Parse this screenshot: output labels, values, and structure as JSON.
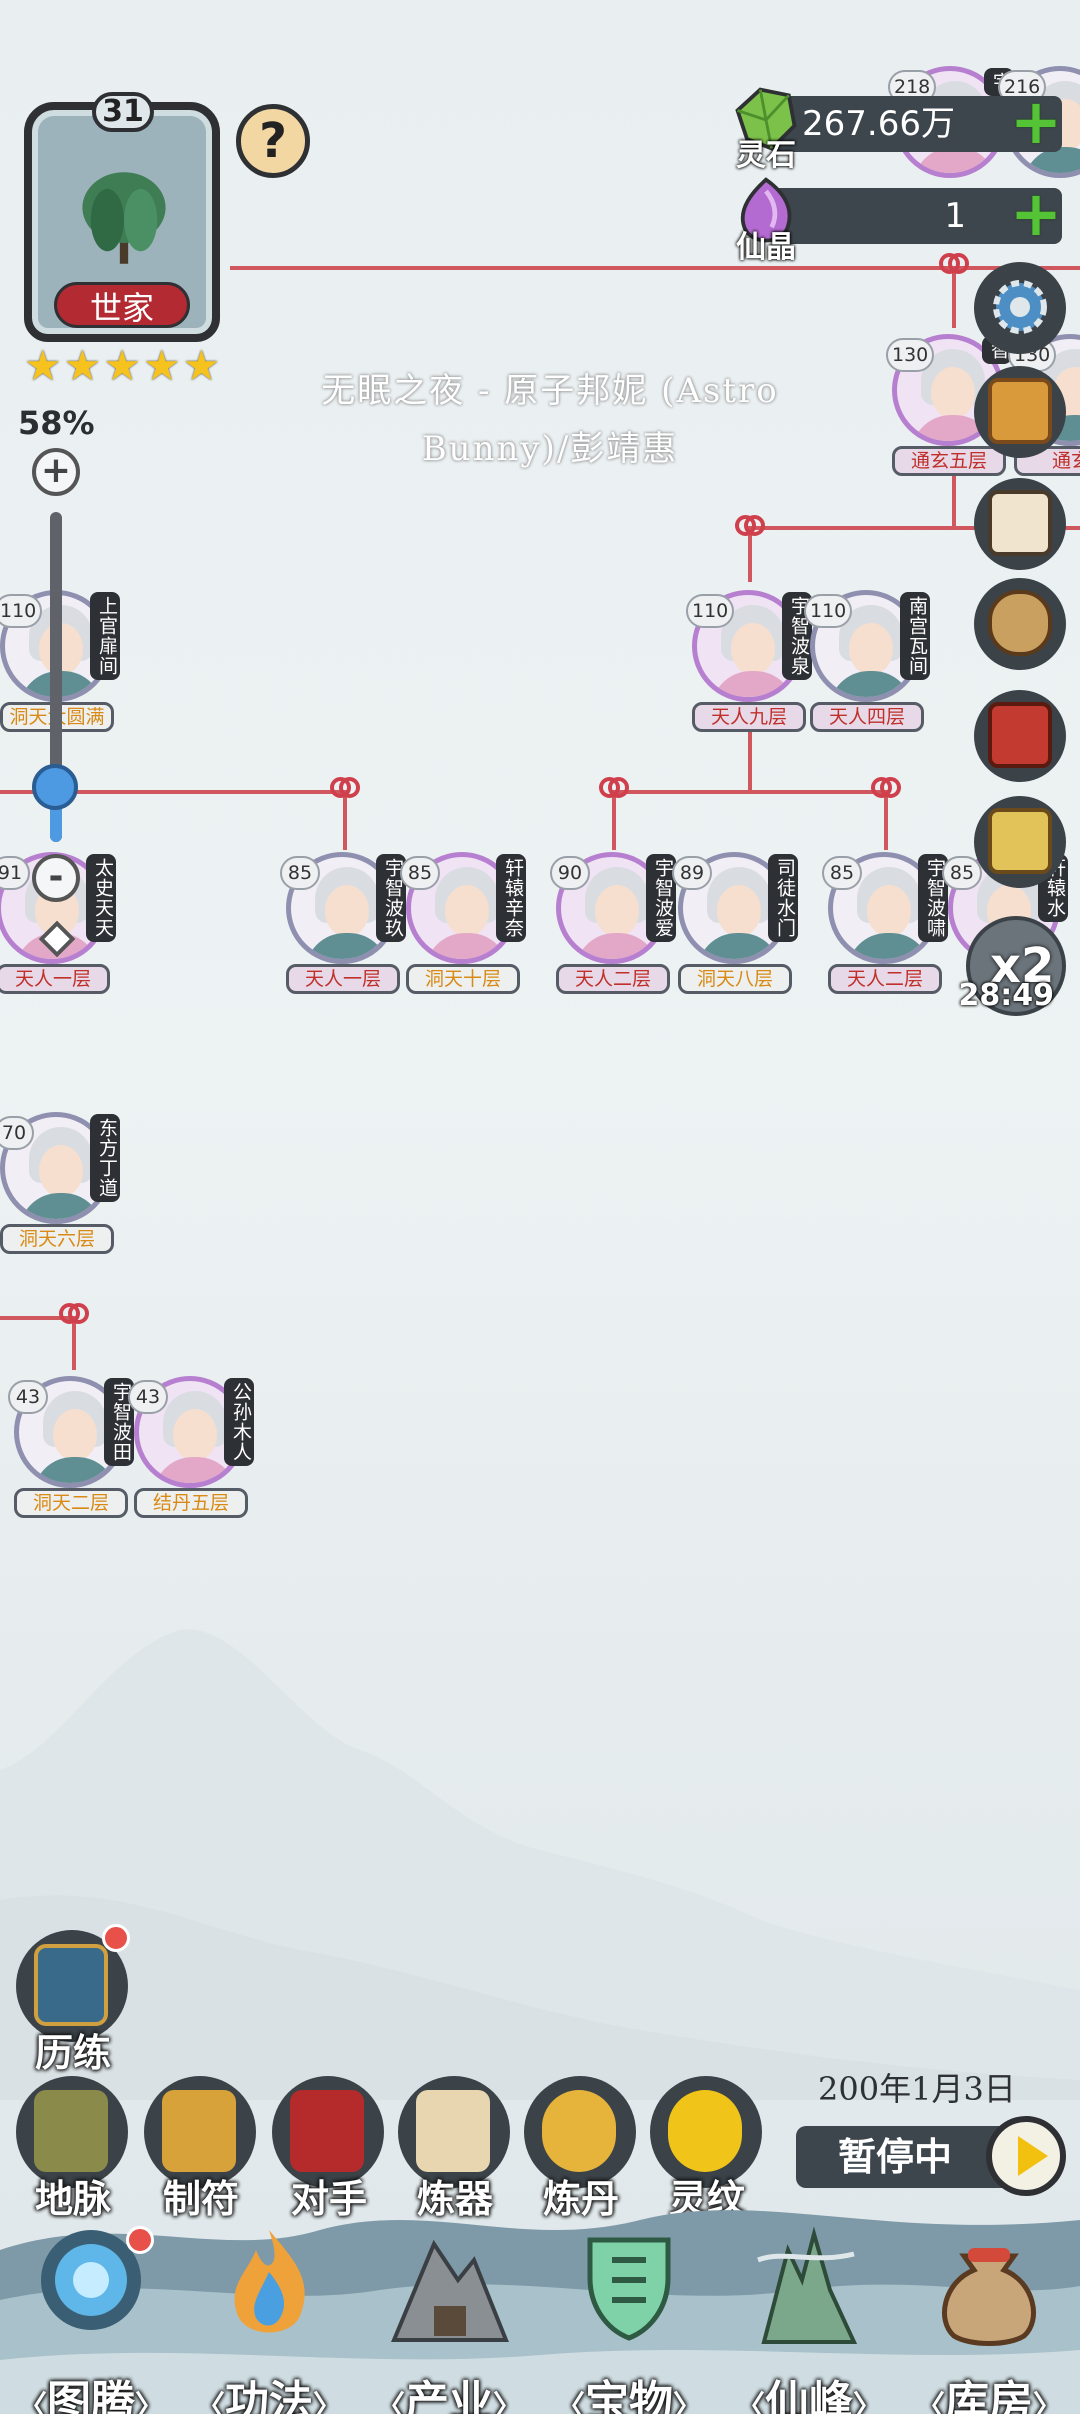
{
  "clan": {
    "level": "31",
    "rank_label": "世家",
    "stars": 5,
    "help_label": "?"
  },
  "zoom": {
    "percent_label": "58%",
    "plus_label": "+",
    "minus_label": "-",
    "level": 0.58
  },
  "resources": [
    {
      "name": "灵石",
      "value": "267.66万",
      "plus": "+",
      "icon": "spirit-stone-icon",
      "color": "#7cc24a"
    },
    {
      "name": "仙晶",
      "value": "1",
      "plus": "+",
      "icon": "immortal-crystal-icon",
      "color": "#b46bd1"
    }
  ],
  "watermark": {
    "line1": "无眠之夜 - 原子邦妮 (Astro",
    "line2": "Bunny)/彭靖惠"
  },
  "members": [
    {
      "id": "m1",
      "level": "218",
      "name": "宇",
      "rank": "",
      "gender": "f"
    },
    {
      "id": "m2",
      "level": "216",
      "name": "",
      "rank": "",
      "gender": "m"
    },
    {
      "id": "m3",
      "level": "130",
      "name": "智",
      "rank": "通玄五层",
      "gender": "f"
    },
    {
      "id": "m4",
      "level": "130",
      "name": "",
      "rank": "通玄",
      "gender": "m"
    },
    {
      "id": "m5",
      "level": "110",
      "name": "上官扉间",
      "rank": "洞天大圆满",
      "gender": "m",
      "gold": true
    },
    {
      "id": "m6",
      "level": "110",
      "name": "宇智波泉",
      "rank": "天人九层",
      "gender": "f"
    },
    {
      "id": "m7",
      "level": "110",
      "name": "南宫瓦间",
      "rank": "天人四层",
      "gender": "m"
    },
    {
      "id": "m8",
      "level": "91",
      "name": "太史天天",
      "rank": "天人一层",
      "gender": "f"
    },
    {
      "id": "m9",
      "level": "85",
      "name": "宇智波玖",
      "rank": "天人一层",
      "gender": "m"
    },
    {
      "id": "m10",
      "level": "85",
      "name": "轩辕辛奈",
      "rank": "洞天十层",
      "gender": "f",
      "gold": true
    },
    {
      "id": "m11",
      "level": "90",
      "name": "宇智波爱",
      "rank": "天人二层",
      "gender": "f"
    },
    {
      "id": "m12",
      "level": "89",
      "name": "司徒水门",
      "rank": "洞天八层",
      "gender": "m",
      "gold": true
    },
    {
      "id": "m13",
      "level": "85",
      "name": "宇智波啸",
      "rank": "天人二层",
      "gender": "m"
    },
    {
      "id": "m14",
      "level": "85",
      "name": "轩辕水",
      "rank": "",
      "gender": "f"
    },
    {
      "id": "m15",
      "level": "70",
      "name": "东方丁道",
      "rank": "洞天六层",
      "gender": "m",
      "gold": true
    },
    {
      "id": "m16",
      "level": "43",
      "name": "宇智波田",
      "rank": "洞天二层",
      "gender": "m",
      "gold": true
    },
    {
      "id": "m17",
      "level": "43",
      "name": "公孙木人",
      "rank": "结丹五层",
      "gender": "f",
      "gold": true
    }
  ],
  "speed": {
    "multiplier": "x2",
    "timer": "28:49"
  },
  "right_tools": [
    "settings-gear-icon",
    "gold-scroll-icon",
    "ledger-icon",
    "map-scroll-icon",
    "red-book-icon",
    "notice-board-icon"
  ],
  "side_action": {
    "label": "历练",
    "icon": "training-gate-icon"
  },
  "tools": [
    {
      "label": "地脉",
      "icon": "earth-vein-icon",
      "color": "#8a8a4a"
    },
    {
      "label": "制符",
      "icon": "talisman-icon",
      "color": "#d8a23a"
    },
    {
      "label": "对手",
      "icon": "rival-gate-icon",
      "color": "#b52b2b"
    },
    {
      "label": "炼器",
      "icon": "forge-scroll-icon",
      "color": "#e7d6b0"
    },
    {
      "label": "炼丹",
      "icon": "alchemy-cauldron-icon",
      "color": "#e6b43a"
    },
    {
      "label": "灵纹",
      "icon": "spirit-pattern-icon",
      "color": "#f0c419"
    }
  ],
  "game_date": "200年1月3日",
  "pause_label": "暂停中",
  "nav": [
    {
      "label": "图腾",
      "icon": "totem-icon",
      "color": "#5fb6e8",
      "badge": true
    },
    {
      "label": "功法",
      "icon": "technique-flame-icon",
      "color": "#f0a23a"
    },
    {
      "label": "产业",
      "icon": "industry-mountain-icon",
      "color": "#8a8f94"
    },
    {
      "label": "宝物",
      "icon": "treasure-icon",
      "color": "#7fd1a8"
    },
    {
      "label": "仙峰",
      "icon": "immortal-peak-icon",
      "color": "#7ba88a"
    },
    {
      "label": "库房",
      "icon": "storehouse-bag-icon",
      "color": "#c9a57a"
    }
  ]
}
